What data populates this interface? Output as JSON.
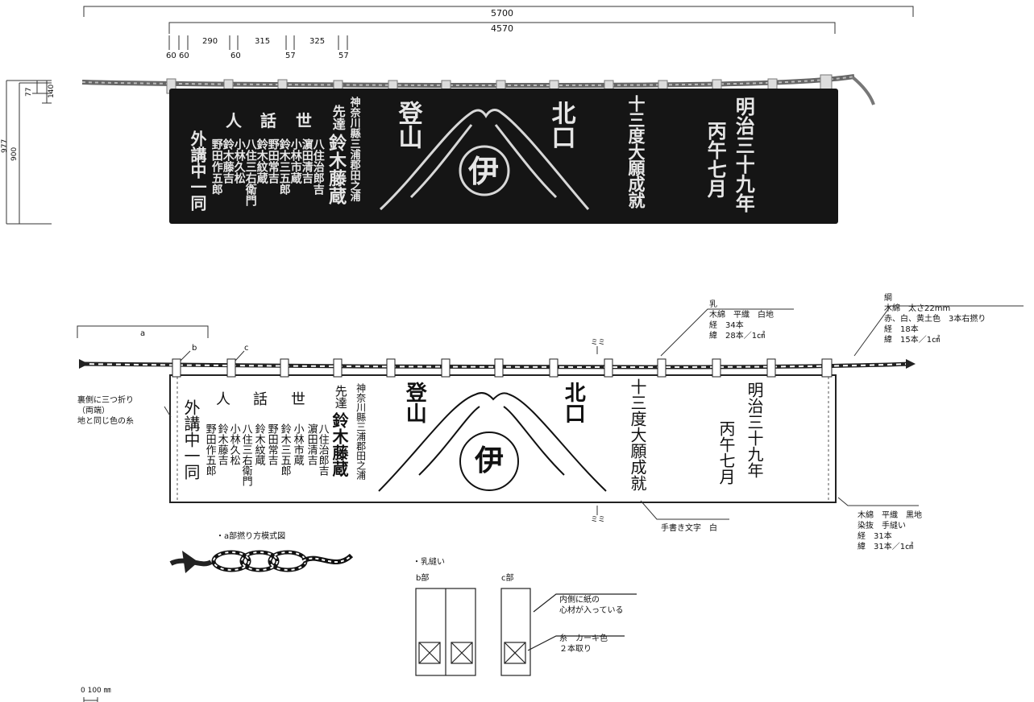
{
  "dims": {
    "total": "5700",
    "inner": "4570",
    "segments": [
      "60",
      "60",
      "290",
      "60",
      "315",
      "57",
      "325",
      "57"
    ],
    "h140": "140",
    "h77": "77",
    "h977": "977",
    "h900": "900"
  },
  "banner": {
    "date": "明治三十九年",
    "month": "丙午七月",
    "pilgrimage": "十三度大願成就",
    "north": "北口",
    "climb": "登山",
    "emblem": "伊",
    "origin": "神奈川縣三浦郡田之浦",
    "guide_title": "先達",
    "guide_name": "鈴木藤蔵",
    "organizer": "世話人",
    "organizer_char1": "世",
    "organizer_char2": "話",
    "organizer_char3": "人",
    "names": [
      "八住治郎吉",
      "濵田清吉",
      "小林市蔵",
      "鈴木三五郎",
      "野田常吉",
      "鈴木紋蔵",
      "八住三右衛門",
      "小林久松",
      "鈴木藤吉",
      "野田作五郎"
    ],
    "group": "外講中一同"
  },
  "labels": {
    "a": "a",
    "b": "b",
    "c": "c",
    "mimi": "ミミ",
    "nyu_title": "乳",
    "nyu_lines": [
      "木綿　平織　白地",
      "経　34本",
      "緯　28本／1㎠"
    ],
    "rope_title": "綱",
    "rope_lines": [
      "木綿　太さ22mm",
      "赤、白、黄土色　3本右撚り",
      "経　18本",
      "緯　15本／1㎠"
    ],
    "fold_lines": [
      "裏側に三つ折り",
      "（両端）",
      "地と同じ色の糸"
    ],
    "body_lines": [
      "木綿　平織　黒地",
      "染抜　手縫い",
      "経　31本",
      "緯　31本／1㎠"
    ],
    "handwriting": "手書き文字　白",
    "twist_title": "・a部撚り方模式図",
    "sewing_title": "・乳縫い",
    "b_part": "b部",
    "c_part": "c部",
    "core_lines": [
      "内側に紙の",
      "心材が入っている"
    ],
    "thread_lines": [
      "糸　カーキ色",
      "２本取り"
    ],
    "scale": "0  100  ㎜"
  }
}
